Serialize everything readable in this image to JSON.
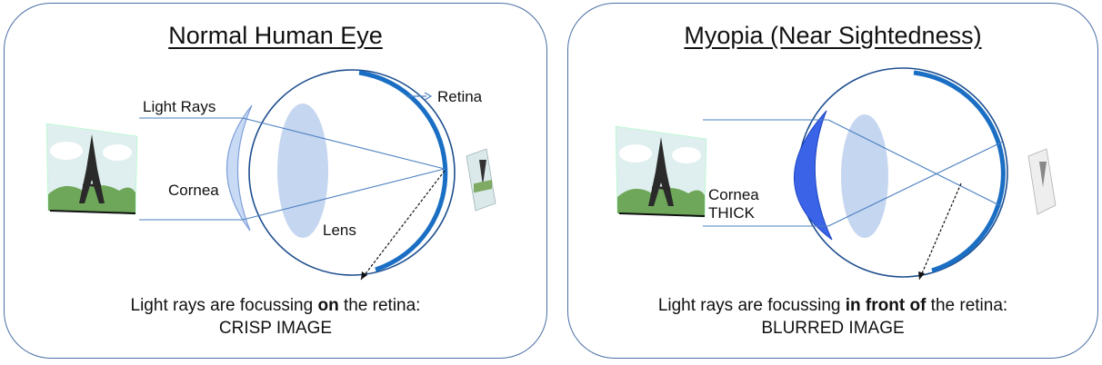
{
  "left_panel": {
    "title": "Normal Human Eye",
    "labels": {
      "light_rays": "Light Rays",
      "retina": "Retina",
      "cornea": "Cornea",
      "lens": "Lens"
    },
    "caption": {
      "line1_before": "Light rays are focussing ",
      "line1_bold": "on",
      "line1_after": " the retina:",
      "line2": "CRISP IMAGE"
    }
  },
  "right_panel": {
    "title": "Myopia (Near Sightedness)",
    "labels": {
      "cornea": "Cornea",
      "cornea_note": "THICK"
    },
    "caption": {
      "line1_before": "Light rays are focussing ",
      "line1_bold": "in front of",
      "line1_after": " the retina:",
      "line2": "BLURRED IMAGE"
    }
  },
  "colors": {
    "border": "#4a6fa5",
    "retina": "#1a6fc4",
    "cornea_normal": "#c9daf5",
    "cornea_thick": "#3a63e8",
    "lens": "#c5d6f0",
    "ray": "#4a7fc0"
  },
  "icons": [
    "eiffel-tower-picture-icon",
    "projected-image-icon"
  ]
}
